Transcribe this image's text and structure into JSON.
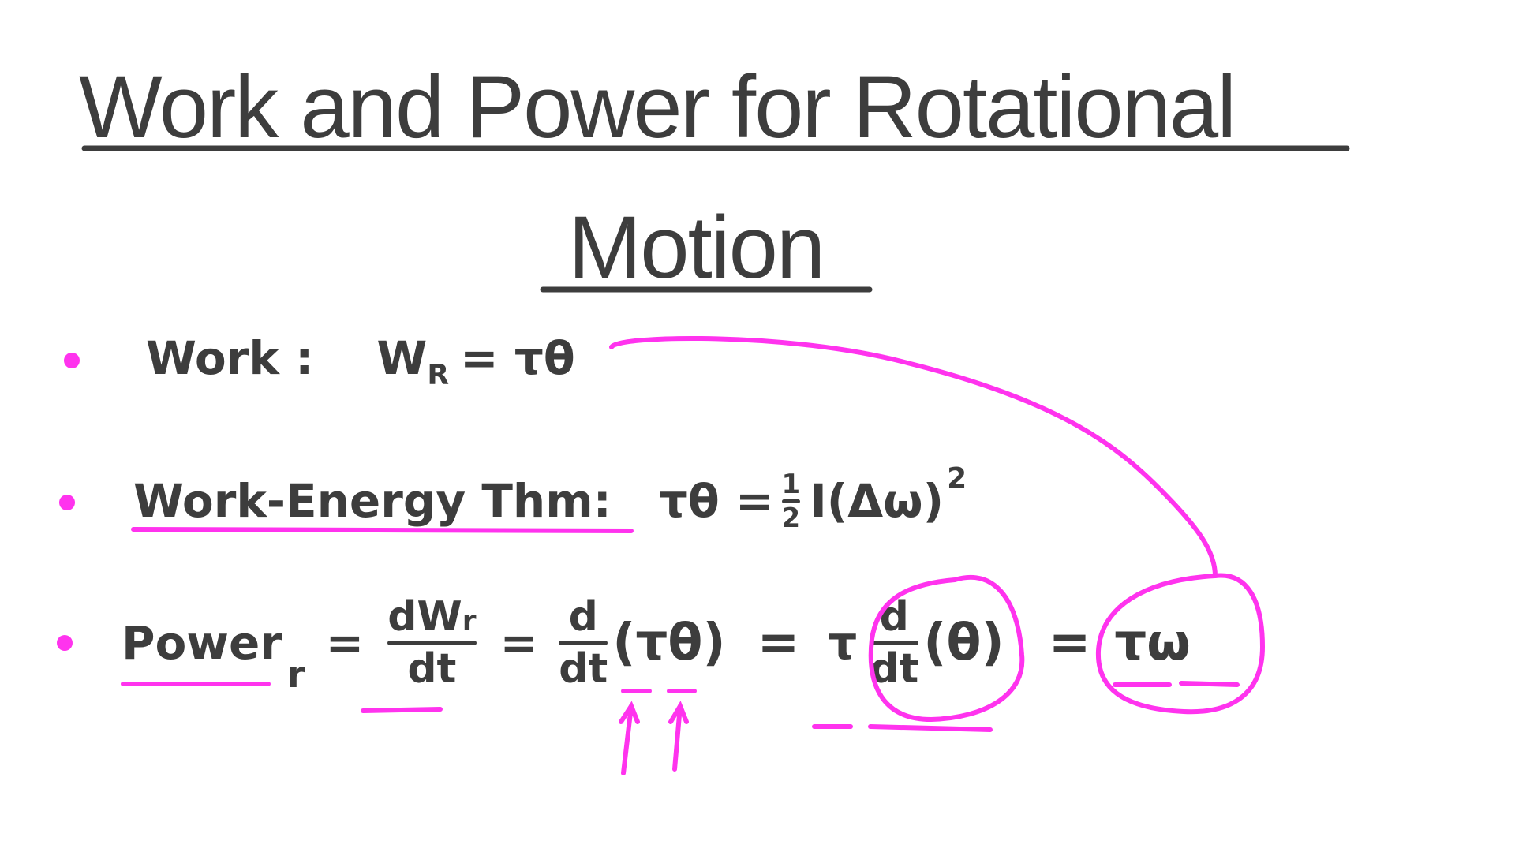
{
  "title": {
    "line1": "Work and Power for Rotational",
    "line2": "Motion"
  },
  "colors": {
    "ink": "#3d3d3d",
    "highlight": "#ff33ee",
    "background": "#ffffff"
  },
  "bullets": [
    {
      "label": "Work :",
      "formula_main": "W",
      "formula_sub": "R",
      "formula_rest": "= τθ"
    },
    {
      "label": "Work-Energy Thm:",
      "formula": "τθ = ",
      "half_num": "1",
      "half_den": "2",
      "formula_rest": "I(Δω)",
      "exponent": "2"
    },
    {
      "label": "Power",
      "label_sub": "r",
      "eq1": "=",
      "frac1_num": "dW",
      "frac1_num_sub": "r",
      "frac1_den": "dt",
      "eq2": "=",
      "frac2_num": "d",
      "frac2_den": "dt",
      "paren2": "(τθ)",
      "eq3": "=",
      "tau": "τ",
      "frac3_num": "d",
      "frac3_den": "dt",
      "paren3": "(θ)",
      "eq4": "=",
      "result": "τω"
    }
  ]
}
